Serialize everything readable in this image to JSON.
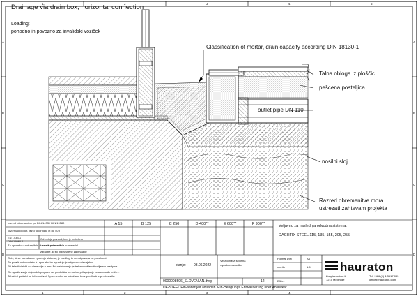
{
  "title": "Drainage via drain box, horizontal connection",
  "loading": {
    "label": "Loading:",
    "value": "pohodno in povozno za invalidski voziček"
  },
  "callouts": {
    "classification": "Classification of mortar, drain capacity according DIN 18130-1",
    "floor_covering": "Talna obloga iz ploščic",
    "sand_bed": "pešcena posteljica",
    "outlet": "outlet pipe DN 110",
    "base_layer": "nosilni sloj",
    "load_class_1": "Razred obremenitve mora",
    "load_class_2": "ustrezati zahtevam projekta"
  },
  "grid_letters": {
    "left": [
      "A",
      "B",
      "C",
      "D"
    ],
    "right": [
      "A",
      "B",
      "C",
      "D"
    ],
    "top": [
      "1",
      "2",
      "3",
      "4",
      "5"
    ],
    "bottom": [
      "1",
      "2",
      "3",
      "4"
    ]
  },
  "title_block": {
    "standards_row": "razredi obremenitve po DIN 1433 / DIN 19580",
    "classes": [
      "A 15",
      "B 125",
      "C 250",
      "D 400**",
      "E 600**",
      "F 900**"
    ],
    "left_col": {
      "r1": "tovornjaki do 5 t, težki tovornjaki 5t do 40 t",
      "r2a": "EN 1433-1",
      "r2b": "DIN 19580-1",
      "r2c": "Odvodnja povsod, kjer je potrebno",
      "r3a": "Za uporabo v notranjih in zunanjih prostorih",
      "r3b": "Vsa navedena dela in material",
      "r4": "zgradbe, ki so pripravljene za invalide"
    },
    "notes": [
      "Opis, ki se nanaša na vgradnjo sistema, je predlog in ne odgovarja za pravilnost.",
      "Za pravilnost montaže in uporabe ter vgradnje je odgovoren izvajalec.",
      "Pri tehnični risbi so dimenzije v mm. Pri načrtovanju je treba upoštevati veljavne predpise.",
      "Ob upoštevanju dejanskih pogojev na gradbišču je možno prilagajanje posameznih rešitev.",
      "Tehnični podatki so informativni. Spremembe so pridržane brez predhodnega obvestila."
    ],
    "valid_label": "Veljavno za naslednja odvodna sistema:",
    "valid_value": "DACHFIX STEEL 115, 135, 155, 205, 255",
    "date_label": "stanje:",
    "date": "03.06.2022",
    "note_label": "Veljajo naša splošna",
    "note_label2": "vgradna navodila.",
    "dwg": "0000008596_SLOVENIAN.dwg",
    "sheet_no": "12",
    "scale_label": "Format DIN",
    "scale": "A4",
    "meril_label": "merilo",
    "meril": "1:5",
    "edit_label": "Efillev",
    "footer": "DF-STEEL Ein-aabstrjeif aduaden. Ein-Hengiungs Entwässerung über Ablaufkar",
    "company_addr1": "Zaspice ucica 4",
    "company_addr2": "1215 Medvode",
    "company_tel": "Tel +386 (0) 1 3617 033",
    "company_mail": "office@hauraton.com",
    "logo": "hauraton"
  },
  "colors": {
    "line": "#111111",
    "hatch": "#333333",
    "frame": "#000000",
    "paper": "#ffffff"
  }
}
